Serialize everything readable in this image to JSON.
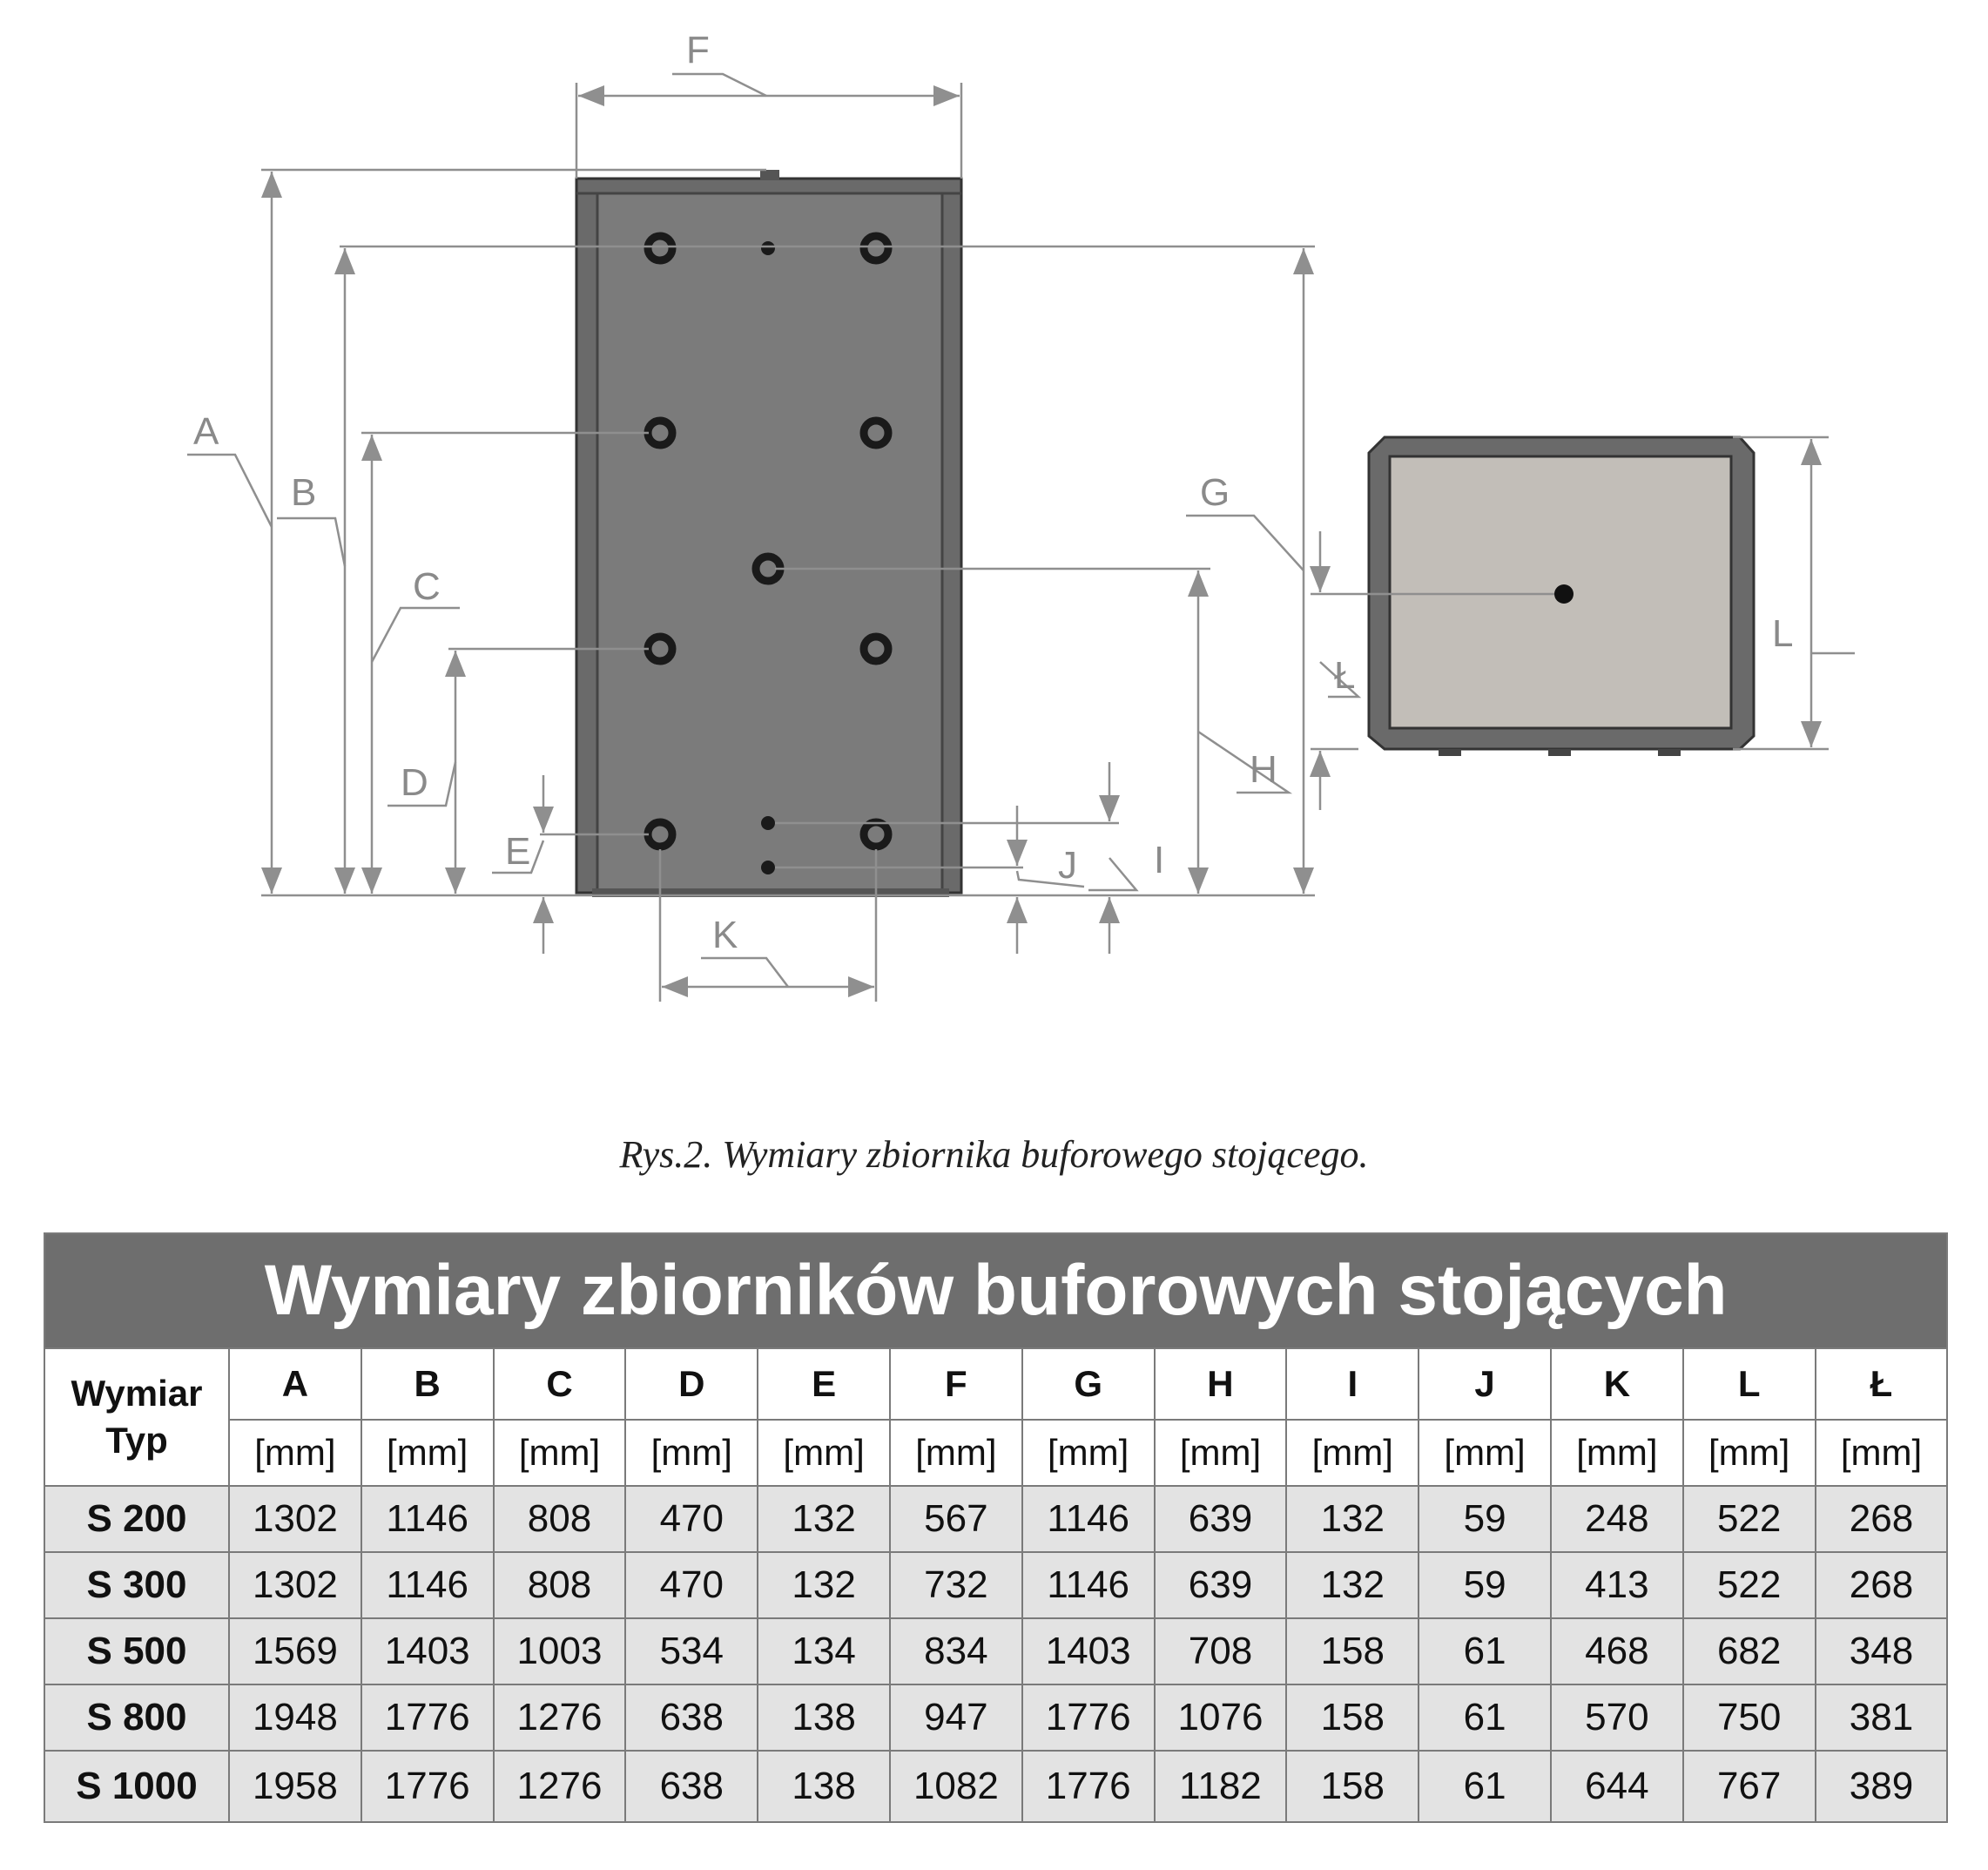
{
  "figure": {
    "labels": [
      "F",
      "A",
      "B",
      "C",
      "D",
      "E",
      "G",
      "H",
      "I",
      "J",
      "K",
      "L",
      "Ł"
    ],
    "caption": "Rys.2. Wymiary zbiornika buforowego stojącego."
  },
  "table": {
    "title": "Wymiary zbiorników buforowych stojących",
    "header_first": [
      "Wymiar",
      "Typ"
    ],
    "columns": [
      "A",
      "B",
      "C",
      "D",
      "E",
      "F",
      "G",
      "H",
      "I",
      "J",
      "K",
      "L",
      "Ł"
    ],
    "unit": "[mm]",
    "rows": [
      {
        "type": "S 200",
        "values": [
          "1302",
          "1146",
          "808",
          "470",
          "132",
          "567",
          "1146",
          "639",
          "132",
          "59",
          "248",
          "522",
          "268"
        ]
      },
      {
        "type": "S 300",
        "values": [
          "1302",
          "1146",
          "808",
          "470",
          "132",
          "732",
          "1146",
          "639",
          "132",
          "59",
          "413",
          "522",
          "268"
        ]
      },
      {
        "type": "S 500",
        "values": [
          "1569",
          "1403",
          "1003",
          "534",
          "134",
          "834",
          "1403",
          "708",
          "158",
          "61",
          "468",
          "682",
          "348"
        ]
      },
      {
        "type": "S 800",
        "values": [
          "1948",
          "1776",
          "1276",
          "638",
          "138",
          "947",
          "1776",
          "1076",
          "158",
          "61",
          "570",
          "750",
          "381"
        ]
      },
      {
        "type": "S 1000",
        "values": [
          "1958",
          "1776",
          "1276",
          "638",
          "138",
          "1082",
          "1776",
          "1182",
          "158",
          "61",
          "644",
          "767",
          "389"
        ]
      }
    ]
  },
  "colors": {
    "tank_front": "#7b7b7b",
    "tank_frame": "#6a6a6a",
    "tank_top_face": "#c2beb8",
    "dimension_line": "#8f8f8f",
    "title_bar": "#6e6e6e",
    "row_fill": "#e3e3e3"
  }
}
